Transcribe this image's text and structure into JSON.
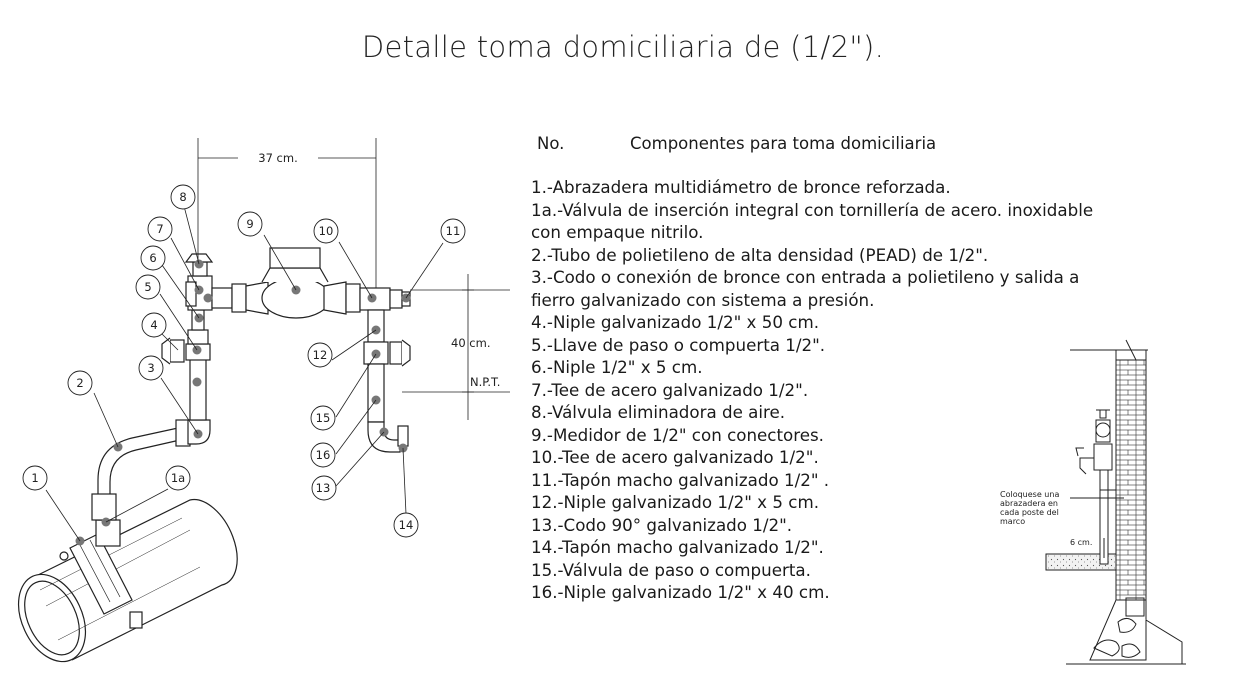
{
  "title": "Detalle toma domiciliaria de (1/2\").",
  "list_header": {
    "no": "No.",
    "components": "Componentes para toma domiciliaria"
  },
  "components": [
    "1.-Abrazadera multidiámetro de bronce reforzada.",
    "1a.-Válvula de inserción integral con tornillería de acero. inoxidable",
    "con empaque nitrilo.",
    "2.-Tubo de polietileno de alta densidad (PEAD) de 1/2\".",
    "3.-Codo o conexión de bronce con entrada a polietileno y salida a",
    "fierro galvanizado con sistema a presión.",
    "4.-Niple galvanizado 1/2\" x 50 cm.",
    "5.-Llave de paso o compuerta 1/2\".",
    "6.-Niple 1/2\" x 5 cm.",
    "7.-Tee de acero galvanizado  1/2\".",
    "8.-Válvula eliminadora de aire.",
    "9.-Medidor de 1/2\" con conectores.",
    "10.-Tee de acero galvanizado  1/2\".",
    "11.-Tapón macho galvanizado 1/2\" .",
    "12.-Niple galvanizado  1/2\" x 5 cm.",
    "13.-Codo 90° galvanizado 1/2\".",
    "14.-Tapón macho galvanizado  1/2\".",
    "15.-Válvula de paso o compuerta.",
    "16.-Niple galvanizado 1/2\" x 40 cm."
  ],
  "callouts": [
    "1",
    "1a",
    "2",
    "3",
    "4",
    "5",
    "6",
    "7",
    "8",
    "9",
    "10",
    "11",
    "12",
    "13",
    "14",
    "15",
    "16"
  ],
  "dimensions": {
    "width": "37  cm.",
    "height": "40  cm.",
    "npt": "N.P.T.",
    "depth": "6 cm."
  },
  "wall_note": [
    "Coloquese una",
    "abrazadera en",
    "cada poste del",
    "marco"
  ]
}
